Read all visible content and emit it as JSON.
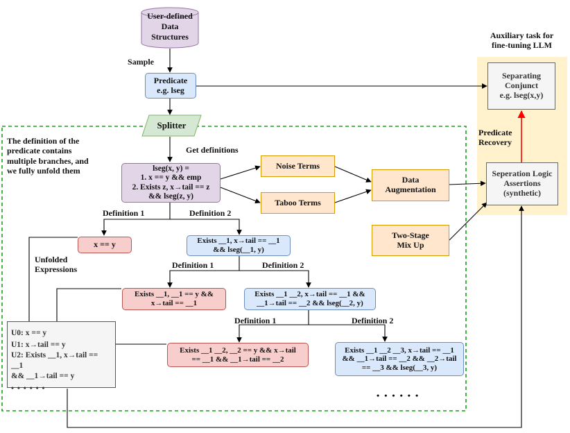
{
  "db": {
    "label": "User-defined\nData\nStructures"
  },
  "sample_label": "Sample",
  "predicate": {
    "label": "Predicate\ne.g. lseg"
  },
  "splitter": {
    "label": "Splitter"
  },
  "aux_title": "Auxiliary task for\nfine-tuning LLM",
  "separating": {
    "label": "Separating\nConjunct\ne.g. lseg(x,y)"
  },
  "recovery_label": "Predicate\nRecovery",
  "assertions": {
    "label": "Seperation Logic\nAssertions\n(synthetic)"
  },
  "desc_text": "The definition of the\npredicate contains\nmultiple branches, and\nwe fully unfold them",
  "get_defs_label": "Get definitions",
  "lseg": {
    "label": "lseg(x, y) =\n1. x == y && emp\n2. Exists z, x→tail == z\n&& lseg(z, y)"
  },
  "noise": {
    "label": "Noise Terms"
  },
  "taboo": {
    "label": "Taboo Terms"
  },
  "augment": {
    "label": "Data\nAugmentation"
  },
  "twostage": {
    "label": "Two-Stage\nMix Up"
  },
  "def1_a": "Definition 1",
  "def2_a": "Definition 2",
  "xy": {
    "label": "x == y"
  },
  "ex1": {
    "label": "Exists __1, x→tail == __1\n&& lseg(__1, y)"
  },
  "unfolded_label": "Unfolded\nExpressions",
  "def1_b": "Definition 1",
  "def2_b": "Definition 2",
  "ex2red": {
    "label": "Exists __1, __1 == y &&\nx→tail == __1"
  },
  "ex2blue": {
    "label": "Exists __1 __2, x→tail == __1 &&\n__1→tail == __2 && lseg(__2, y)"
  },
  "def1_c": "Definition 1",
  "def2_c": "Definition 2",
  "unfolded": {
    "u0": "U0: x == y",
    "u1": "U1: x→tail == y",
    "u2": "U2: Exists __1, x→tail == __1\n&& __1→tail == y",
    "dots": "• • • • • •"
  },
  "ex3red": {
    "label": "Exists __1 __2, __2 == y && x→tail\n== __1 && __1→tail == __2"
  },
  "ex3blue": {
    "label": "Exists __1 __2 __3, x→tail == __1\n&& __1→tail == __2 && __2→tail\n== __3 && lseg(__3, y)"
  },
  "bottom_dots": "• • • • • •",
  "colors": {
    "blue": "#dae8fc",
    "purple": "#e1d5e7",
    "red": "#f8cecc",
    "orange": "#ffe6cc",
    "gray": "#f5f5f5",
    "aux_bg": "#fff2cc",
    "dashed": "#1a9e1a",
    "splitter": "#d5e8d4",
    "recovery_arrow": "#ff0000"
  }
}
